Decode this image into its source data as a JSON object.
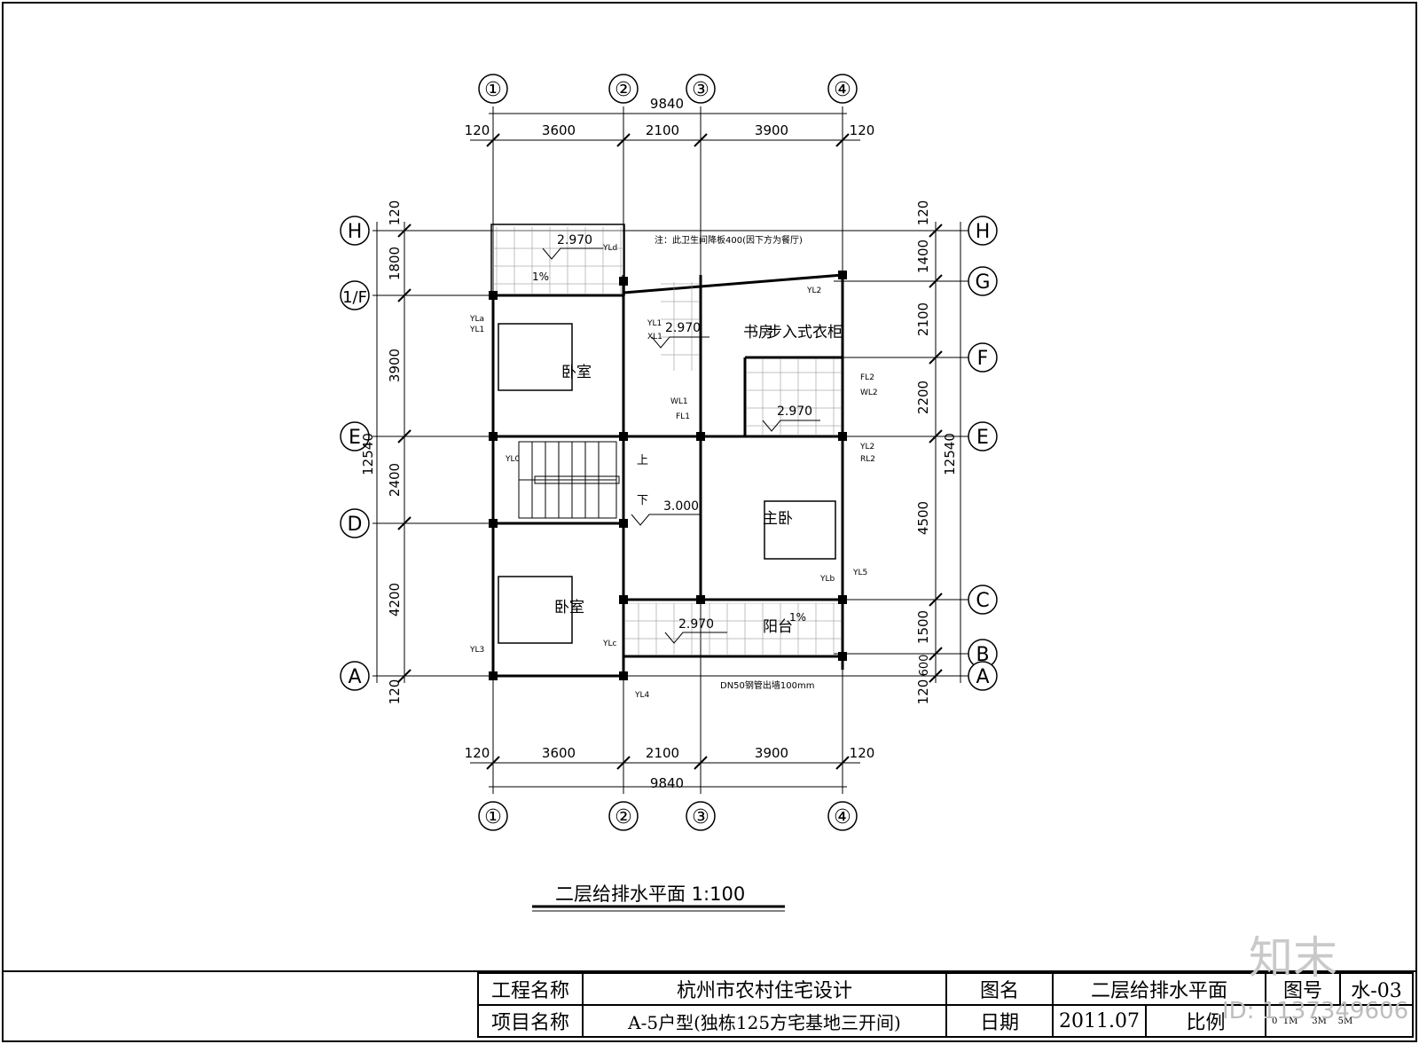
{
  "axes_top": [
    "①",
    "②",
    "③",
    "④"
  ],
  "axes_left": [
    "H",
    "1/F",
    "E",
    "D",
    "A"
  ],
  "axes_right": [
    "H",
    "G",
    "F",
    "E",
    "C",
    "B",
    "A"
  ],
  "dims_h": {
    "total": "9840",
    "edge": "120",
    "seg": [
      "3600",
      "2100",
      "3900"
    ]
  },
  "dims_left": [
    "120",
    "1800",
    "3900",
    "2400",
    "4200",
    "120"
  ],
  "dims_left_total": "12540",
  "dims_right": [
    "120",
    "1400",
    "2100",
    "2200",
    "4500",
    "1500",
    "600",
    "120"
  ],
  "dims_right_total": "12540",
  "rooms": {
    "bedroom_a": "卧室",
    "bedroom_b": "卧室",
    "master": "主卧",
    "balcony": "阳台",
    "closet": "步入式衣柜",
    "study": "书房",
    "up": "上",
    "down": "下"
  },
  "elevations": [
    "2.970",
    "2.970",
    "2.970",
    "2.970",
    "3.000"
  ],
  "slope": "1%",
  "note": "注：此卫生间降板400(因下方为餐厅)",
  "pipe_note": "DN50钢管出墙100mm",
  "pipes": [
    "YLd",
    "YL2",
    "YLa",
    "YL1",
    "YL1",
    "XL1",
    "WL1",
    "FL1",
    "FL2",
    "WL2",
    "YL2",
    "RL2",
    "YL0",
    "YLb",
    "YL5",
    "YLc",
    "YL3",
    "YL4"
  ],
  "drawing_title": "二层给排水平面  1:100",
  "title_block": {
    "project_label": "工程名称",
    "project_value": "杭州市农村住宅设计",
    "item_label": "项目名称",
    "item_value": "A-5户型(独栋125方宅基地三开间)",
    "drawing_label": "图名",
    "drawing_value": "二层给排水平面",
    "number_label": "图号",
    "number_value": "水-03",
    "date_label": "日期",
    "date_value": "2011.07",
    "scale_label": "比例",
    "scale_marks": [
      "0",
      "1M",
      "3M",
      "5M"
    ]
  },
  "watermark": {
    "logo": "知末",
    "id": "ID: 1137349606"
  }
}
